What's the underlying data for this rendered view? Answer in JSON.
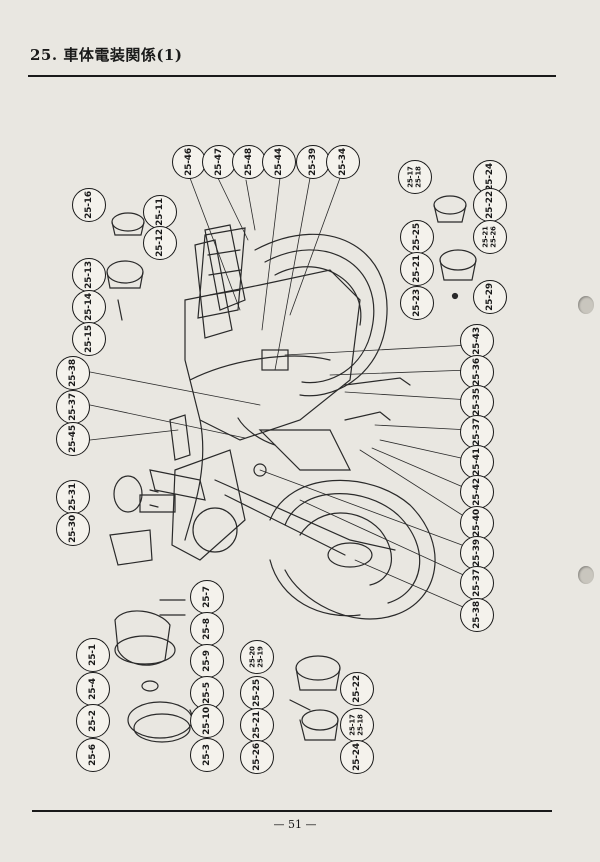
{
  "header": {
    "title": "25. 車体電装関係(1)"
  },
  "footer": {
    "page_number": "— 51 —"
  },
  "callouts": [
    "25-46",
    "25-47",
    "25-48",
    "25-44",
    "25-39",
    "25-34",
    "25-17\n25-18",
    "25-24",
    "25-22",
    "25-21\n25-26",
    "25-25",
    "25-21",
    "25-23",
    "25-29",
    "25-16",
    "25-11",
    "25-12",
    "25-13",
    "25-14",
    "25-15",
    "25-43",
    "25-36",
    "25-35",
    "25-37",
    "25-41",
    "25-42",
    "25-40",
    "25-39",
    "25-37",
    "25-38",
    "25-38",
    "25-37",
    "25-45",
    "25-31",
    "25-30",
    "25-7",
    "25-8",
    "25-9",
    "25-5",
    "25-1",
    "25-4",
    "25-2",
    "25-10",
    "25-6",
    "25-3",
    "25-20\n25-19",
    "25-25",
    "25-22",
    "25-21",
    "25-26",
    "25-17\n25-18",
    "25-24"
  ]
}
